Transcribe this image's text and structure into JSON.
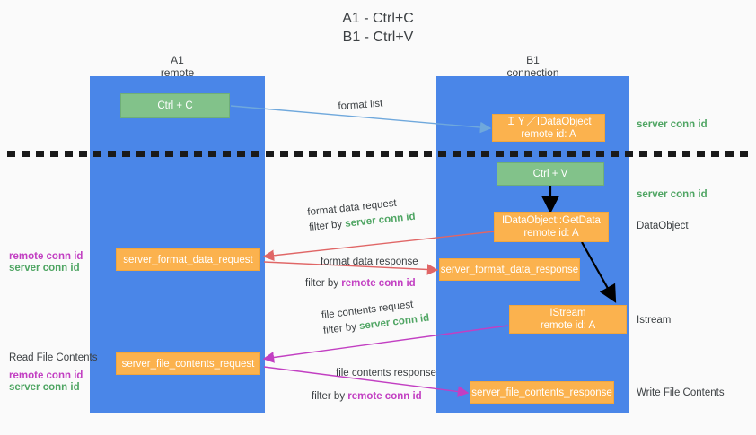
{
  "title": {
    "line1": "A1 - Ctrl+C",
    "line2": "B1 - Ctrl+V"
  },
  "lanes": {
    "a": {
      "name": "A1",
      "role": "remote"
    },
    "b": {
      "name": "B1",
      "role": "connection"
    }
  },
  "boxes": {
    "ctrl_c": {
      "label": "Ctrl + C"
    },
    "clipboard_dataobject": {
      "line1": "ＩＹ／IDataObject",
      "line2": "remote id: A"
    },
    "ctrl_v": {
      "label": "Ctrl + V"
    },
    "getdata": {
      "line1": "IDataObject::GetData",
      "line2": "remote id: A"
    },
    "istream": {
      "line1": "IStream",
      "line2": "remote id: A"
    },
    "server_format_data_request": {
      "label": "server_format_data_request"
    },
    "server_format_data_response": {
      "label": "server_format_data_response"
    },
    "server_file_contents_request": {
      "label": "server_file_contents_request"
    },
    "server_file_contents_response": {
      "label": "server_file_contents_response"
    }
  },
  "right_annotations": {
    "server_conn_id_1": "server conn id",
    "server_conn_id_2": "server conn id",
    "dataobject": "DataObject",
    "istream": "Istream",
    "write_file_contents": "Write File Contents"
  },
  "left_annotations": {
    "group1": {
      "remote": "remote conn id",
      "server": "server conn id"
    },
    "read_file_contents": "Read File Contents",
    "group2": {
      "remote": "remote conn id",
      "server": "server conn id"
    }
  },
  "edge_labels": {
    "format_list": "format list",
    "format_data_request": {
      "title": "format data request",
      "filter_prefix": "filter by ",
      "filter_key": "server conn id"
    },
    "format_data_response": {
      "title": "format data response",
      "filter_prefix": "filter by ",
      "filter_key": "remote conn id"
    },
    "file_contents_request": {
      "title": "file contents request",
      "filter_prefix": "filter by ",
      "filter_key": "server conn id"
    },
    "file_contents_response": {
      "title": "file contents response",
      "filter_prefix": "filter by ",
      "filter_key": "remote conn id"
    }
  },
  "colors": {
    "lane": "#4a86e8",
    "green_box": "#82c28a",
    "orange_box": "#fbb24e",
    "green_text": "#4fa563",
    "magenta_text": "#c23fc2",
    "arrow_blue": "#6fa8dc",
    "arrow_red": "#e06666",
    "arrow_magenta": "#c23fc2",
    "arrow_black": "#000000",
    "background": "#fafafa"
  }
}
